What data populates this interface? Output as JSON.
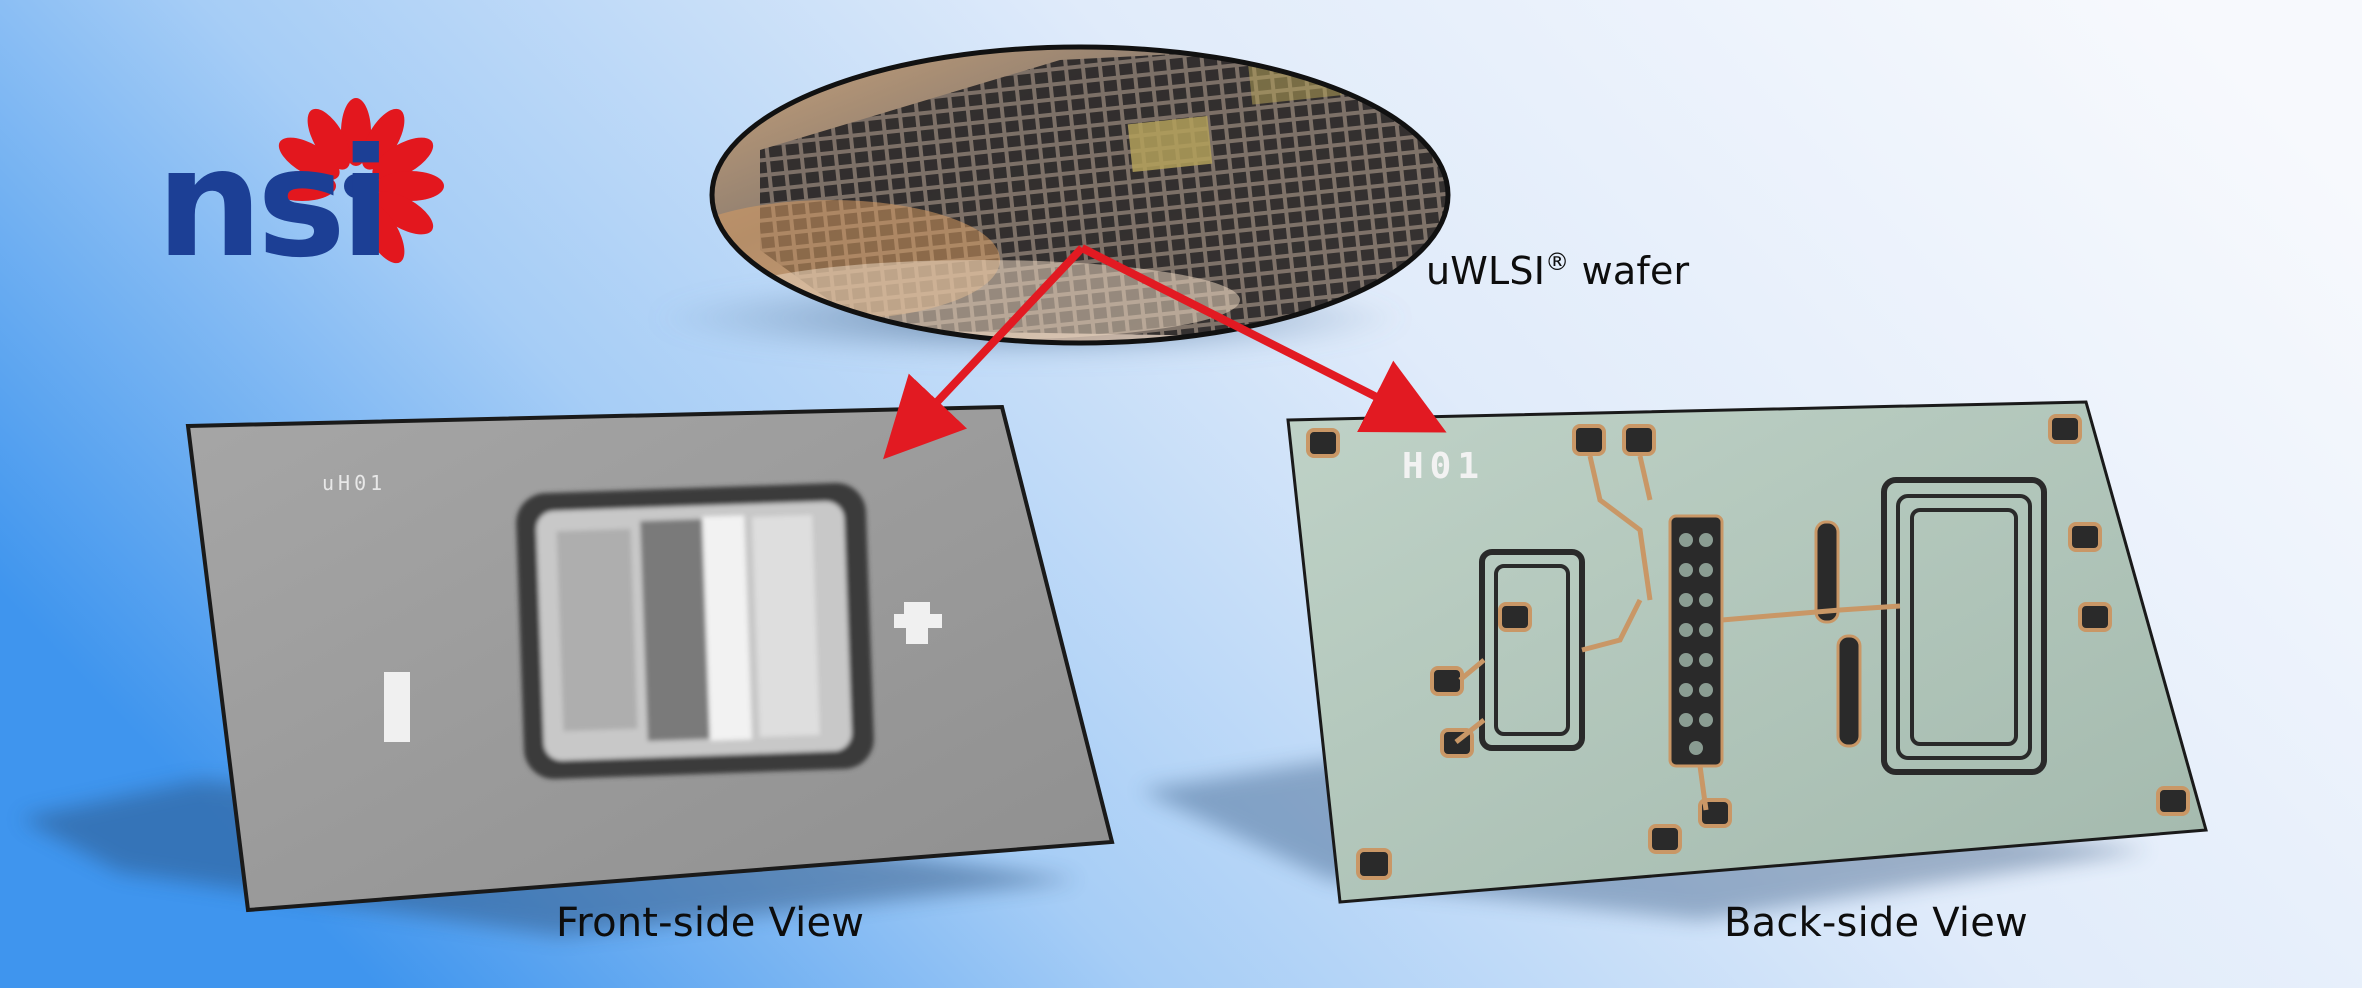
{
  "image": {
    "kind": "product photo / promotional graphic",
    "colors": {
      "background_left": "#3f95ee",
      "background_right": "#f4f7fc",
      "arrow": "#e21a22",
      "logo_blue": "#1c3f95",
      "logo_red": "#e3171e",
      "front_die": "#9c9c9c",
      "back_die": "#b2c7bb",
      "pad_copper": "#c99766"
    }
  },
  "logo": {
    "text": "nsi",
    "icon": "red-flower-logo-icon"
  },
  "labels": {
    "wafer_name": "uWLSI",
    "wafer_reg": "®",
    "wafer_suffix": " wafer",
    "front_view": "Front-side View",
    "back_view": "Back-side View"
  },
  "die_marks": {
    "front": "uH01",
    "back": "H01"
  }
}
